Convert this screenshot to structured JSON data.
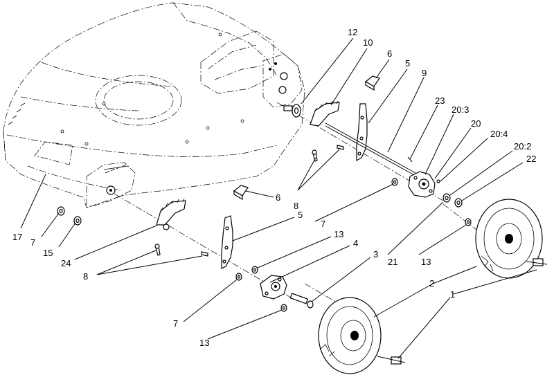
{
  "callouts": {
    "c12": "12",
    "c10": "10",
    "c6_upper": "6",
    "c5_upper": "5",
    "c9": "9",
    "c23": "23",
    "c20_3": "20:3",
    "c20": "20",
    "c20_4": "20:4",
    "c20_2": "20:2",
    "c22": "22",
    "c6_lower": "6",
    "c8_upper": "8",
    "c5_lower": "5",
    "c7_right": "7",
    "c17": "17",
    "c7_left": "7",
    "c15": "15",
    "c24": "24",
    "c13_mid": "13",
    "c4": "4",
    "c3": "3",
    "c21": "21",
    "c13_right": "13",
    "c8_lower": "8",
    "c2": "2",
    "c1": "1",
    "c7_bottom": "7",
    "c13_bottom": "13"
  }
}
